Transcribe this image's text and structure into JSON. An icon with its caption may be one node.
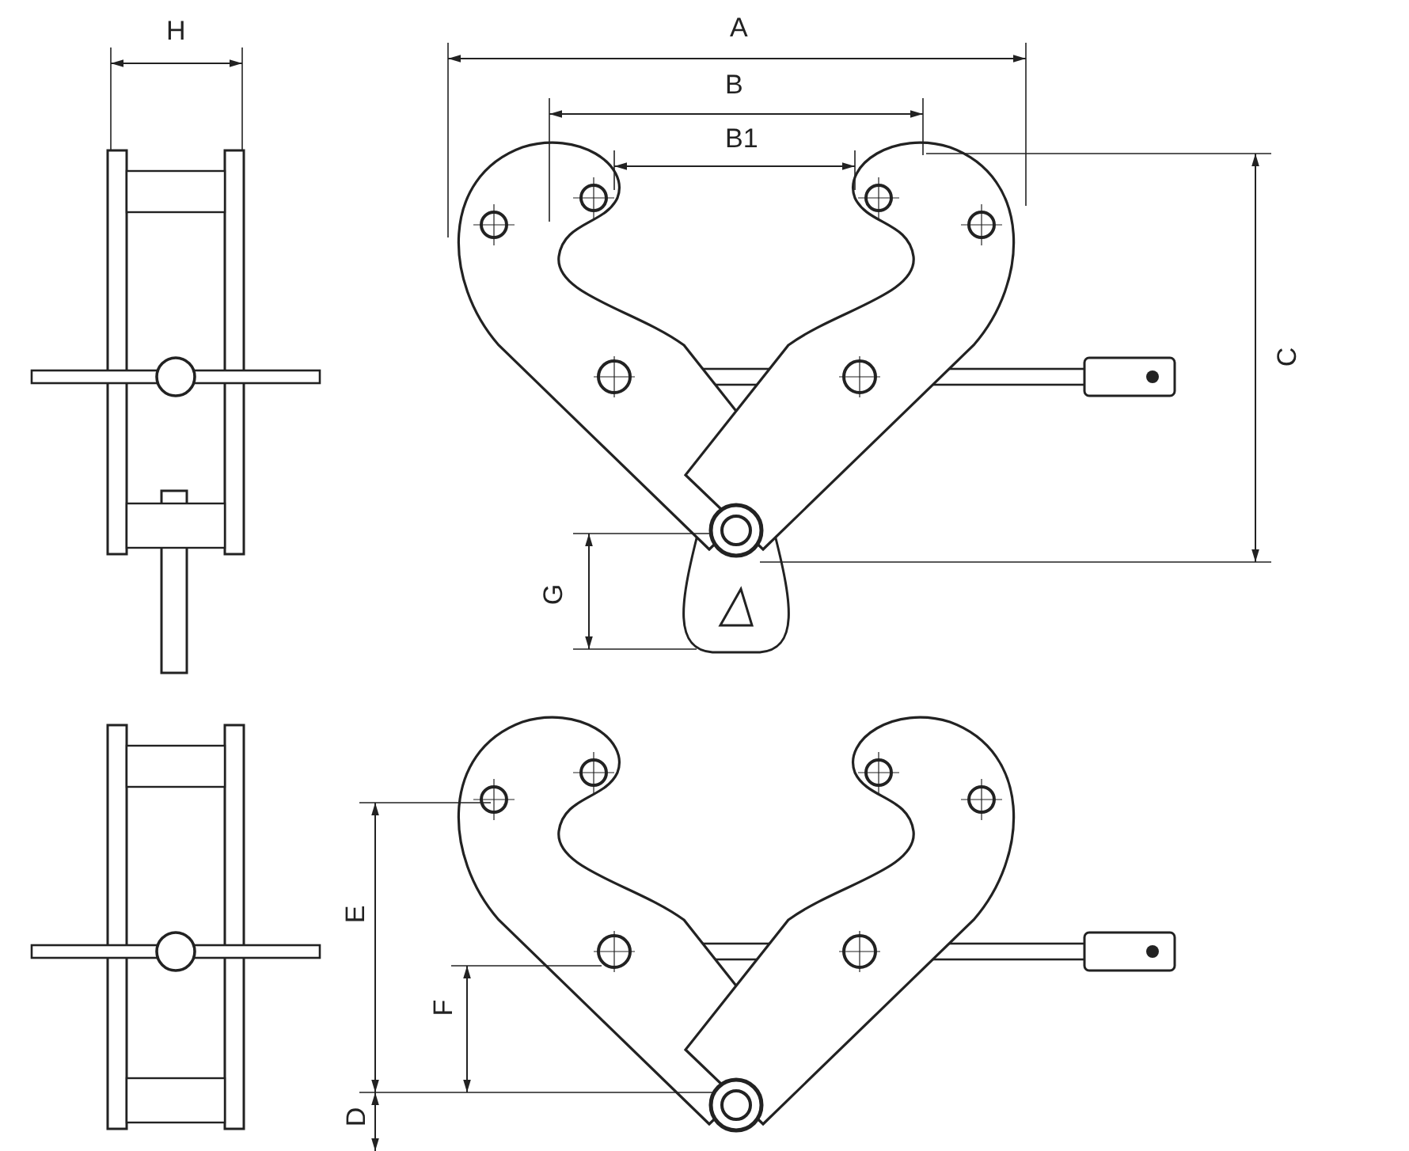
{
  "diagram": {
    "labels": [
      "H",
      "A",
      "B",
      "B1",
      "C",
      "G",
      "E",
      "F",
      "D"
    ]
  }
}
